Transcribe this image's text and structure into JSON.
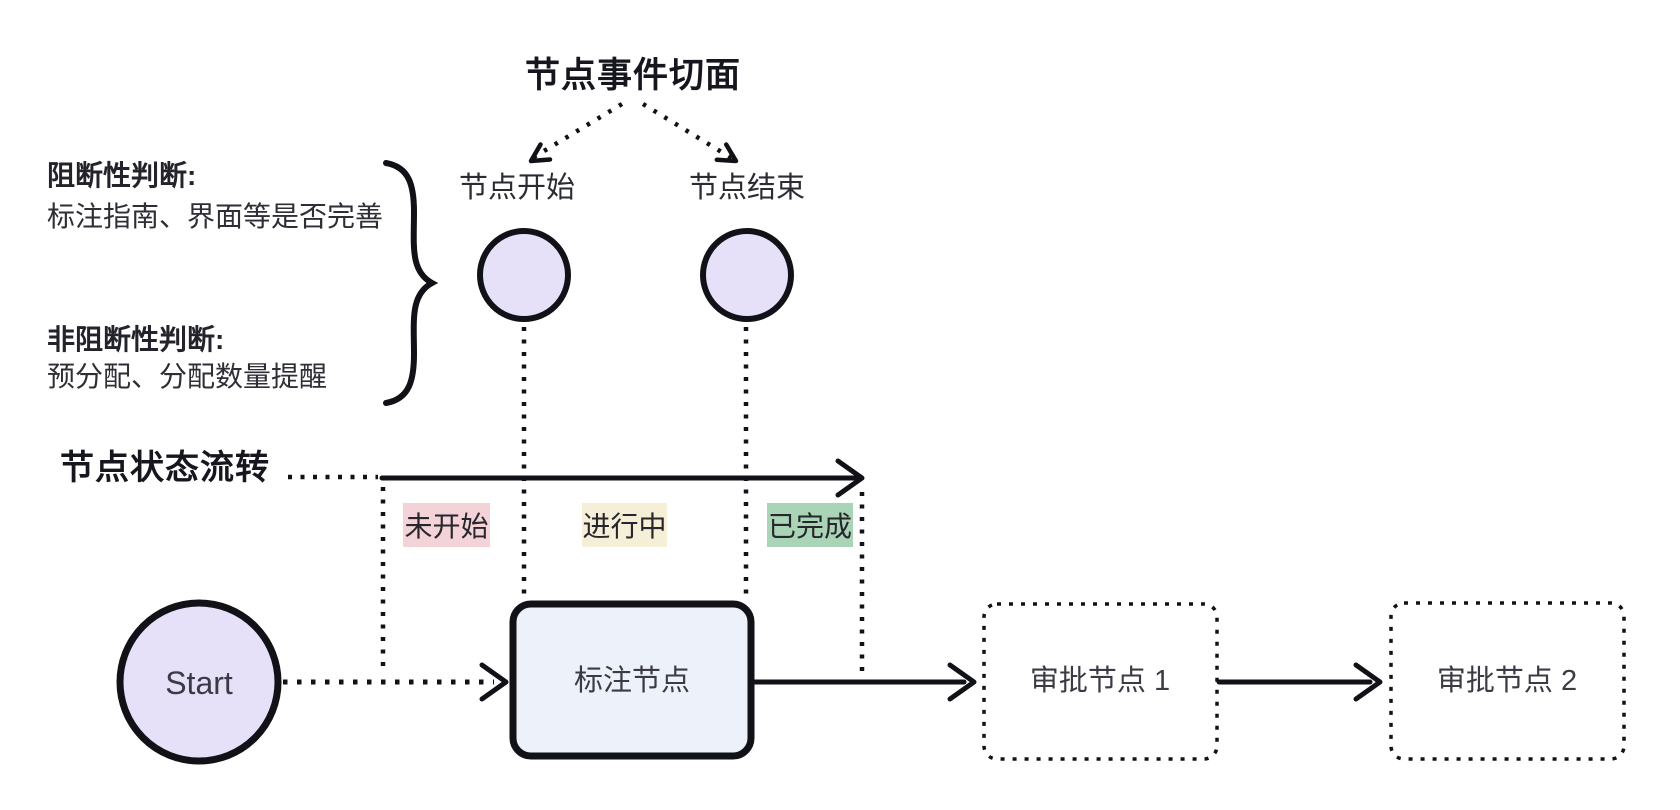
{
  "diagram": {
    "title": "节点事件切面",
    "events": {
      "start_label": "节点开始",
      "end_label": "节点结束"
    },
    "judgments": {
      "blocking_title": "阻断性判断:",
      "blocking_desc": "标注指南、界面等是否完善",
      "non_blocking_title": "非阻断性判断:",
      "non_blocking_desc": "预分配、分配数量提醒"
    },
    "state_flow": {
      "label": "节点状态流转",
      "states": [
        {
          "label": "未开始",
          "bg": "#f4d3d8"
        },
        {
          "label": "进行中",
          "bg": "#f6efd8"
        },
        {
          "label": "已完成",
          "bg": "#a9d4b5"
        }
      ]
    },
    "flow": {
      "start_label": "Start",
      "annotation_node_label": "标注节点",
      "approval_node_1_label": "审批节点 1",
      "approval_node_2_label": "审批节点 2"
    },
    "colors": {
      "event_circle_fill": "#e6e0f8",
      "start_circle_fill": "#e6e0f8",
      "annotation_node_fill": "#edf1fa",
      "approval_node_fill": "#ffffff",
      "stroke": "#111118",
      "text": "#2b2b33"
    }
  }
}
